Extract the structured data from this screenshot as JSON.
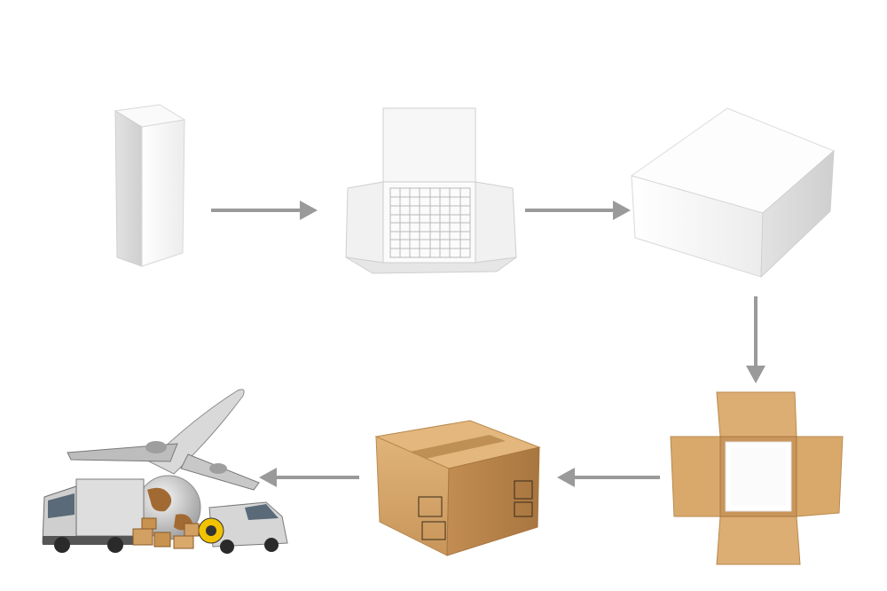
{
  "diagram": {
    "steps": [
      {
        "id": 1,
        "item": "single-product-box"
      },
      {
        "id": 2,
        "item": "open-grid-tray-box"
      },
      {
        "id": 3,
        "item": "closed-white-carton"
      },
      {
        "id": 4,
        "item": "open-shipping-carton"
      },
      {
        "id": 5,
        "item": "sealed-shipping-carton"
      },
      {
        "id": 6,
        "item": "logistics-transport"
      }
    ],
    "arrows": [
      {
        "from": 1,
        "to": 2,
        "direction": "right"
      },
      {
        "from": 2,
        "to": 3,
        "direction": "right"
      },
      {
        "from": 3,
        "to": 4,
        "direction": "down"
      },
      {
        "from": 4,
        "to": 5,
        "direction": "left"
      },
      {
        "from": 5,
        "to": 6,
        "direction": "left"
      }
    ]
  },
  "colors": {
    "background": "#ffffff",
    "arrow": "#9a9a9a",
    "white_box": "#f4f4f4",
    "cardboard": "#d4a56b",
    "tape": "#b88a4f"
  }
}
